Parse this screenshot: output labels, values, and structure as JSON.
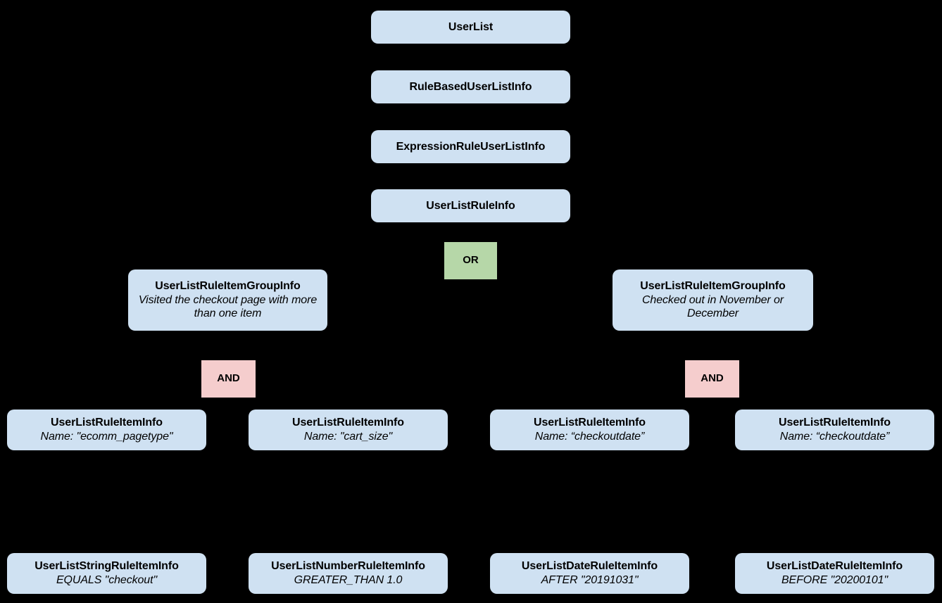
{
  "diagram": {
    "type": "tree",
    "background_color": "#000000",
    "palette": {
      "node_fill": "#cfe1f2",
      "or_fill": "#b6d7a8",
      "and_fill": "#f5cdcd",
      "text": "#000000"
    },
    "nodes": [
      {
        "id": "user-list",
        "title": "UserList",
        "subtitle": "",
        "kind": "entity"
      },
      {
        "id": "rule-based-user-list-info",
        "title": "RuleBasedUserListInfo",
        "subtitle": "",
        "kind": "entity"
      },
      {
        "id": "expression-rule-user-list-info",
        "title": "ExpressionRuleUserListInfo",
        "subtitle": "",
        "kind": "entity"
      },
      {
        "id": "user-list-rule-info",
        "title": "UserListRuleInfo",
        "subtitle": "",
        "kind": "entity"
      },
      {
        "id": "operator-or",
        "title": "OR",
        "subtitle": "",
        "kind": "operator"
      },
      {
        "id": "group-info-left",
        "title": "UserListRuleItemGroupInfo",
        "subtitle": "Visited the checkout page with more than one item",
        "kind": "entity"
      },
      {
        "id": "group-info-right",
        "title": "UserListRuleItemGroupInfo",
        "subtitle": "Checked out in November or December",
        "kind": "entity"
      },
      {
        "id": "operator-and-left",
        "title": "AND",
        "subtitle": "",
        "kind": "operator"
      },
      {
        "id": "operator-and-right",
        "title": "AND",
        "subtitle": "",
        "kind": "operator"
      },
      {
        "id": "rule-item-info-1",
        "title": "UserListRuleItemInfo",
        "subtitle": "Name: \"ecomm_pagetype\"",
        "kind": "entity"
      },
      {
        "id": "rule-item-info-2",
        "title": "UserListRuleItemInfo",
        "subtitle": "Name: \"cart_size\"",
        "kind": "entity"
      },
      {
        "id": "rule-item-info-3",
        "title": "UserListRuleItemInfo",
        "subtitle": "Name: “checkoutdate”",
        "kind": "entity"
      },
      {
        "id": "rule-item-info-4",
        "title": "UserListRuleItemInfo",
        "subtitle": "Name: “checkoutdate”",
        "kind": "entity"
      },
      {
        "id": "string-rule-item-info",
        "title": "UserListStringRuleItemInfo",
        "subtitle": "EQUALS \"checkout\"",
        "kind": "entity"
      },
      {
        "id": "number-rule-item-info",
        "title": "UserListNumberRuleItemInfo",
        "subtitle": "GREATER_THAN 1.0",
        "kind": "entity"
      },
      {
        "id": "date-rule-item-info-after",
        "title": "UserListDateRuleItemInfo",
        "subtitle": "AFTER \"20191031\"",
        "kind": "entity"
      },
      {
        "id": "date-rule-item-info-before",
        "title": "UserListDateRuleItemInfo",
        "subtitle": "BEFORE \"20200101\"",
        "kind": "entity"
      }
    ]
  }
}
